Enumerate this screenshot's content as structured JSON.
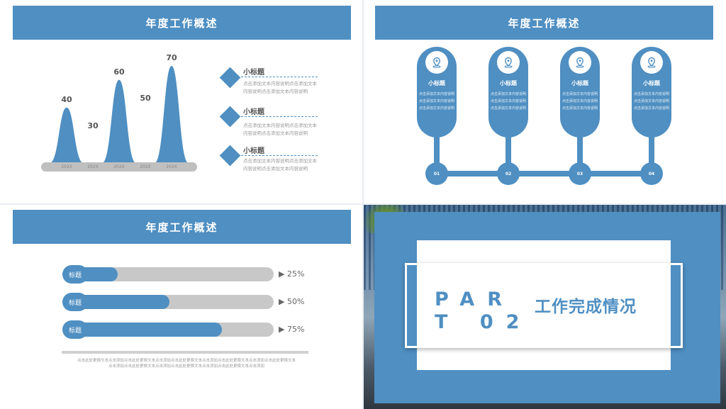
{
  "slide1": {
    "header": "年度工作概述",
    "bars": [
      {
        "value_label": "40",
        "category": "202X",
        "value": 40
      },
      {
        "value_label": "30",
        "category": "202X",
        "value": 30
      },
      {
        "value_label": "60",
        "category": "202X",
        "value": 60
      },
      {
        "value_label": "50",
        "category": "202X",
        "value": 50
      },
      {
        "value_label": "70",
        "category": "202X",
        "value": 70
      }
    ],
    "items": [
      {
        "title": "小标题",
        "desc": "点击添加文本内容说明点击添加文本内容说明点击添加文本内容说明"
      },
      {
        "title": "小标题",
        "desc": "点击添加文本内容说明点击添加文本内容说明点击添加文本内容说明"
      },
      {
        "title": "小标题",
        "desc": "点击添加文本内容说明点击添加文本内容说明点击添加文本内容说明"
      }
    ]
  },
  "slide2": {
    "header": "年度工作概述",
    "steps": [
      {
        "title": "小标题",
        "desc": "点击添加文本内容说明点击添加文本内容说明点击添加文本内容说明",
        "number": "01"
      },
      {
        "title": "小标题",
        "desc": "点击添加文本内容说明点击添加文本内容说明点击添加文本内容说明",
        "number": "02"
      },
      {
        "title": "小标题",
        "desc": "点击添加文本内容说明点击添加文本内容说明点击添加文本内容说明",
        "number": "03"
      },
      {
        "title": "小标题",
        "desc": "点击添加文本内容说明点击添加文本内容说明点击添加文本内容说明",
        "number": "04"
      }
    ],
    "icon": "location-pin-icon"
  },
  "slide3": {
    "header": "年度工作概述",
    "bars": [
      {
        "label": "标题",
        "percent_text": "▶ 25%",
        "progress": 0.25
      },
      {
        "label": "标题",
        "percent_text": "▶ 50%",
        "progress": 0.5
      },
      {
        "label": "标题",
        "percent_text": "▶ 75%",
        "progress": 0.75
      }
    ],
    "footer": "点击此处更换文本点击添加点击此处更换文本点击添加点击此处更换文本点击添加点击此处更换文本点击添加点击此处更换文本点击添加点击此处更换文本点击添加点击此处更换文本点击添加点击此处更换文本点击添加"
  },
  "slide4": {
    "part_label": "PART 02",
    "title": "工作完成情况"
  },
  "colors": {
    "accent": "#4f8fc2",
    "track": "#c8c8c8",
    "text": "#555555"
  }
}
